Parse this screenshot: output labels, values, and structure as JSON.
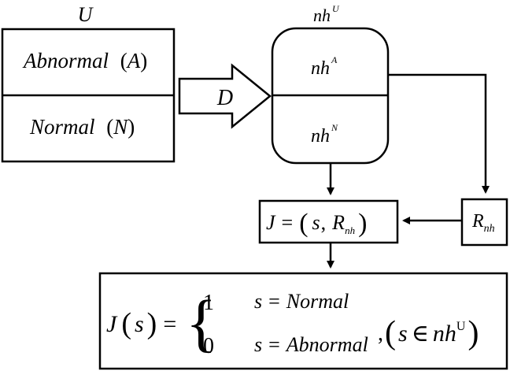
{
  "universe": {
    "label": "U",
    "abnormal": "Abnormal",
    "abnormal_sym": "A",
    "normal": "Normal",
    "normal_sym": "N"
  },
  "transform": {
    "label": "D"
  },
  "neighborhood": {
    "label": "nh",
    "label_sup": "U",
    "top": "nh",
    "top_sup": "A",
    "bottom": "nh",
    "bottom_sup": "N"
  },
  "rule_box": {
    "label": "R",
    "sub": "nh"
  },
  "judge_box": {
    "J": "J",
    "eq": "=",
    "s": "s",
    "comma": ",",
    "R": "R",
    "R_sub": "nh"
  },
  "formula": {
    "J": "J",
    "s": "s",
    "eq": "=",
    "case1_value": "1",
    "case1_cond_s": "s",
    "case1_cond_eq": "=",
    "case1_cond_word": "Normal",
    "case2_value": "0",
    "case2_cond_s": "s",
    "case2_cond_eq": "=",
    "case2_cond_word": "Abnormal",
    "comma": ",",
    "domain_s": "s",
    "in": "∈",
    "domain_nh": "nh",
    "domain_sup": "U"
  }
}
